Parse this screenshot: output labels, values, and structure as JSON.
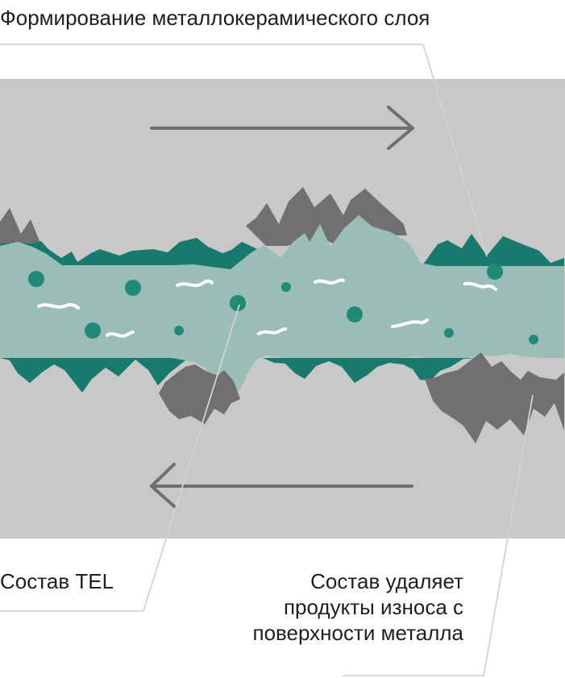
{
  "labels": {
    "top": "Формирование металлокерамического слоя",
    "tel": "Состав TEL",
    "removes": [
      "Состав удаляет",
      "продукты износа с",
      "поверхности металла"
    ]
  },
  "colors": {
    "background": "#c8c8c8",
    "metal": "#707070",
    "ceramic": "#177a6c",
    "composition": "#9bbdb7",
    "particle": "#1f8a78",
    "fiber": "#ffffff",
    "arrow": "#6f6f6f",
    "leader": "#d2d2d2",
    "text": "#1f1f1f"
  },
  "icons": {
    "top_arrow": "arrow-right-icon",
    "bottom_arrow": "arrow-left-icon"
  }
}
